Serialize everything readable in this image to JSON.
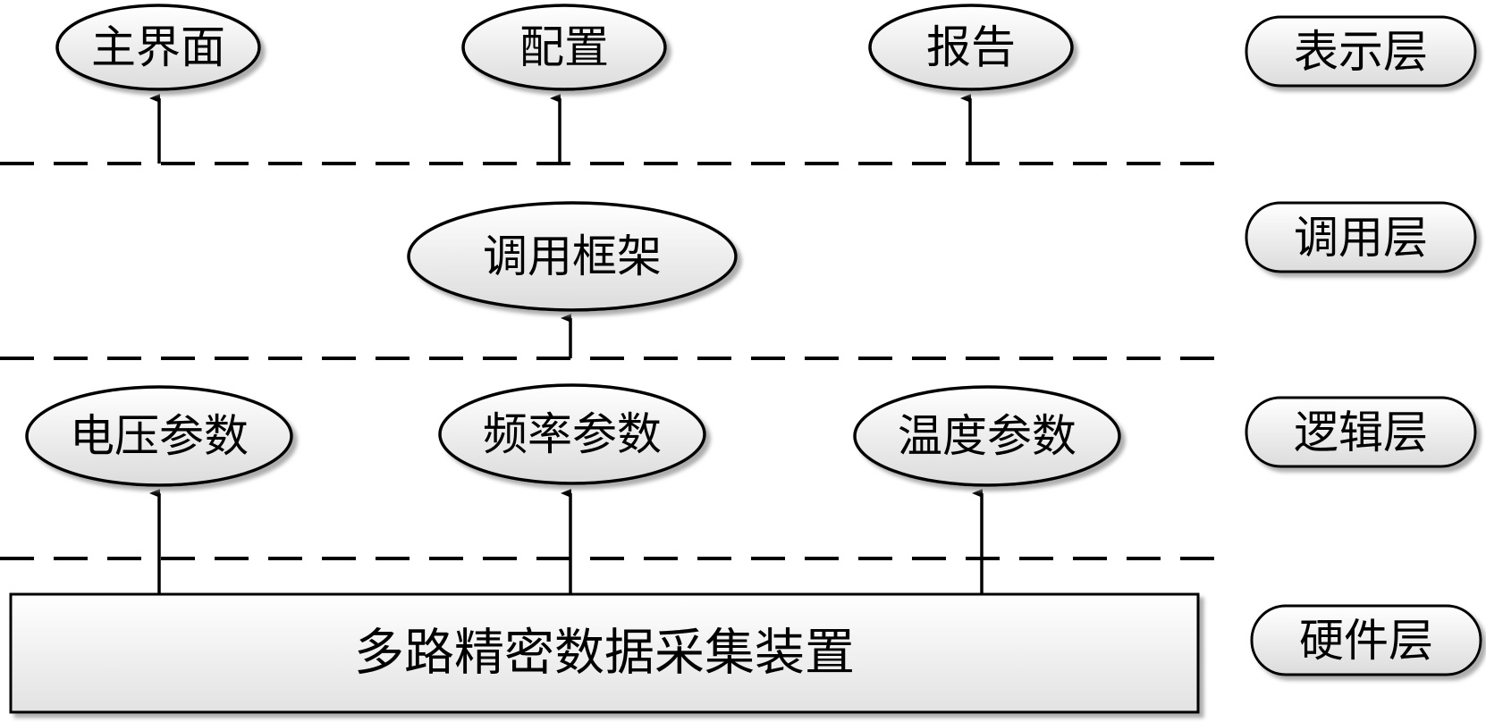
{
  "presentation_nodes": [
    "主界面",
    "配置",
    "报告"
  ],
  "invocation_node": "调用框架",
  "logic_nodes": [
    "电压参数",
    "频率参数",
    "温度参数"
  ],
  "hardware_node": "多路精密数据采集装置",
  "layers": [
    "表示层",
    "调用层",
    "逻辑层",
    "硬件层"
  ],
  "colors": {
    "node_fill_light": "#ffffff",
    "node_fill_dark": "#dcdcdc",
    "line": "#000000"
  }
}
